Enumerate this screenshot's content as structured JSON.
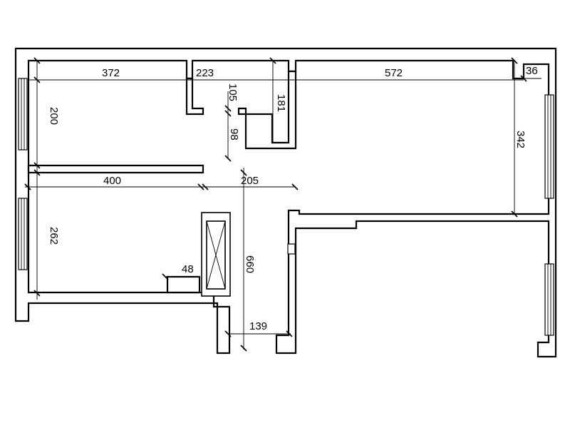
{
  "dimensions": {
    "top_left_width": "372",
    "top_middle_width": "223",
    "top_right_width": "572",
    "corner_width": "36",
    "left_room_height": "200",
    "upper_offset": "105",
    "niche_height": "181",
    "niche_depth": "98",
    "right_room_height": "342",
    "lower_left_width": "400",
    "lower_middle_width": "205",
    "lower_left_height": "262",
    "step_width": "48",
    "corridor_length": "660",
    "bottom_width": "139"
  },
  "colors": {
    "wall": "#000000",
    "background": "#ffffff"
  }
}
